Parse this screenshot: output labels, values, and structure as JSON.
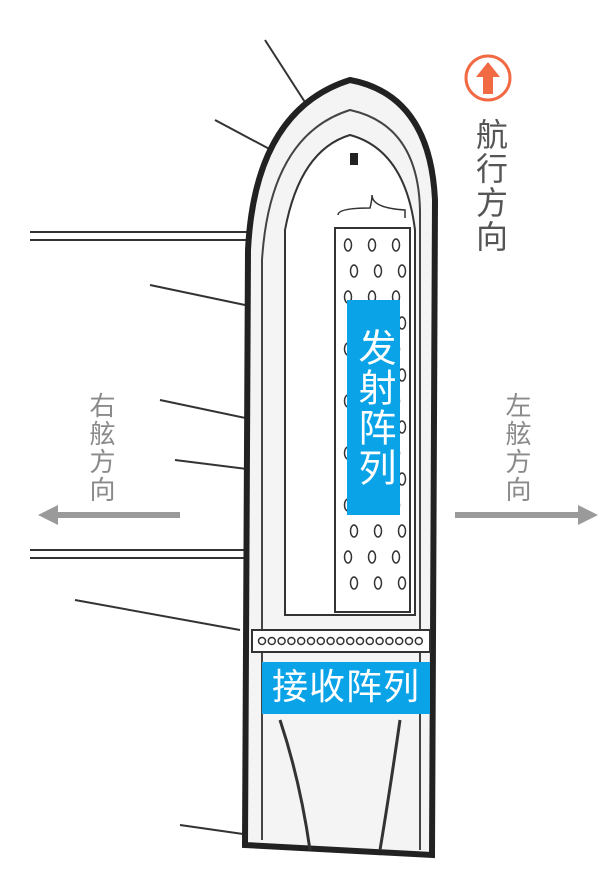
{
  "navigation_direction": {
    "label": "航行方向",
    "icon": "up-arrow-circle-icon",
    "color": "#f26a44"
  },
  "starboard": {
    "label": "右舷方向"
  },
  "port": {
    "label": "左舷方向"
  },
  "transmit_array": {
    "label": "发射阵列"
  },
  "receive_array": {
    "label": "接收阵列"
  },
  "colors": {
    "label_bg": "#0ba3e8",
    "arrow": "#9a9a9a",
    "text": "#666666"
  }
}
